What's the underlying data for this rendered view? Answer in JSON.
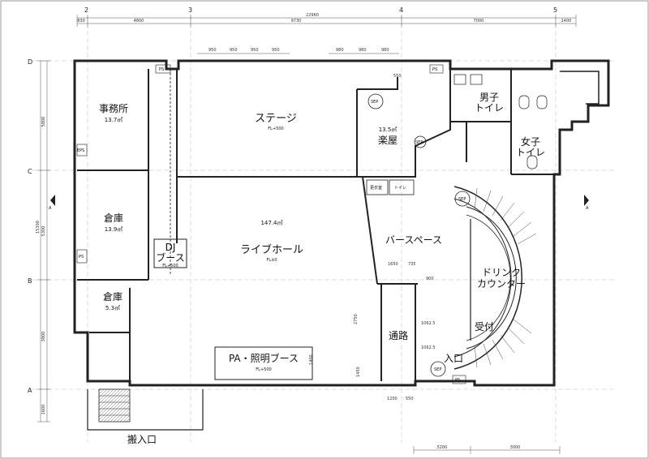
{
  "rooms": {
    "office": {
      "name": "事務所",
      "area": "13.7㎡"
    },
    "storage1": {
      "name": "倉庫",
      "area": "13.9㎡"
    },
    "storage2": {
      "name": "倉庫",
      "area": "5.3㎡"
    },
    "stage": {
      "name": "ステージ",
      "floor_level": "FL+500"
    },
    "live_hall": {
      "area": "147.4㎡",
      "name": "ライブホール",
      "floor_level": "FL±0"
    },
    "dj_booth": {
      "line1": "DJ",
      "line2": "ブース",
      "floor_level": "FL+500"
    },
    "pa_booth": {
      "name": "PA・照明ブース",
      "floor_level": "FL+500"
    },
    "green_room": {
      "area": "13.5㎡",
      "name": "楽屋"
    },
    "bar_space": {
      "name": "バースペース"
    },
    "drink_counter": {
      "line1": "ドリンク",
      "line2": "カウンター"
    },
    "reception": {
      "name": "受付"
    },
    "entrance": {
      "name": "入口"
    },
    "passage": {
      "name": "通路"
    },
    "mens_toilet": {
      "line1": "男子",
      "line2": "トイレ"
    },
    "womens_toilet": {
      "line1": "女子",
      "line2": "トイレ"
    },
    "loading_entrance": {
      "name": "搬入口"
    },
    "small_room_a": {
      "name": "更衣室"
    },
    "small_room_b": {
      "name": "トイレ"
    }
  },
  "tags": {
    "ps": "PS",
    "eps": "EPS",
    "sep": "SEP"
  },
  "grid": {
    "columns": [
      "2",
      "3",
      "4",
      "5"
    ],
    "rows": [
      "D",
      "C",
      "B",
      "A"
    ],
    "section_mark": "A"
  },
  "dimensions": {
    "top_total": "22960",
    "top_spans": [
      "830",
      "4800",
      "9730",
      "7000",
      "1400"
    ],
    "left_spans": [
      "5800",
      "5300",
      "3800",
      "1600"
    ],
    "left_total": "15300",
    "bottom_spans": [
      "5200",
      "3000"
    ],
    "window_spans": [
      "950",
      "950",
      "950",
      "950",
      "980",
      "980",
      "980"
    ],
    "misc": [
      "1650",
      "735",
      "1062.5",
      "2750",
      "1400",
      "1450",
      "1200",
      "550",
      "550",
      "1062.5",
      "900"
    ]
  }
}
